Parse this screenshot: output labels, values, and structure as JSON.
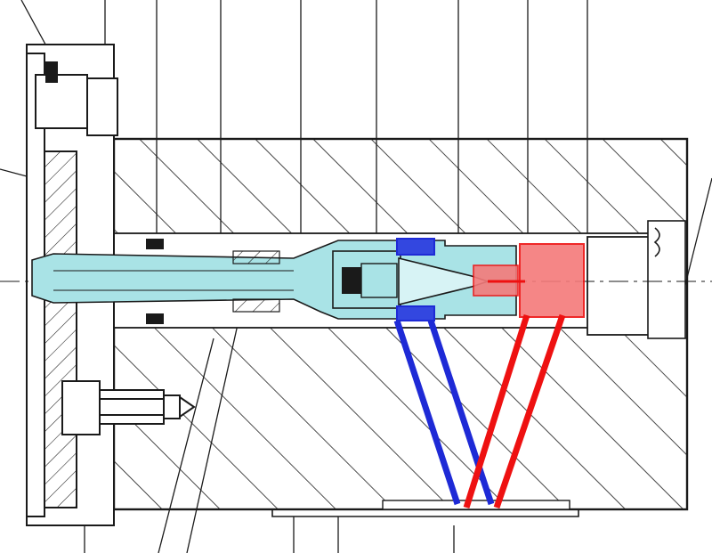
{
  "diagram": {
    "kind": "mechanical cross-section drawing",
    "palette": {
      "ink": "#1a1a1a",
      "paper": "#ffffff",
      "shaft_fill": "#a9e3e6",
      "blue_highlight": "#1e2ad6",
      "blue_fill": "#3347e0",
      "red_highlight": "#ee1111",
      "red_fill": "#f47a7a"
    },
    "highlighted_passages": [
      {
        "id": "blue-channel",
        "color": "blue"
      },
      {
        "id": "red-channel",
        "color": "red"
      }
    ]
  }
}
